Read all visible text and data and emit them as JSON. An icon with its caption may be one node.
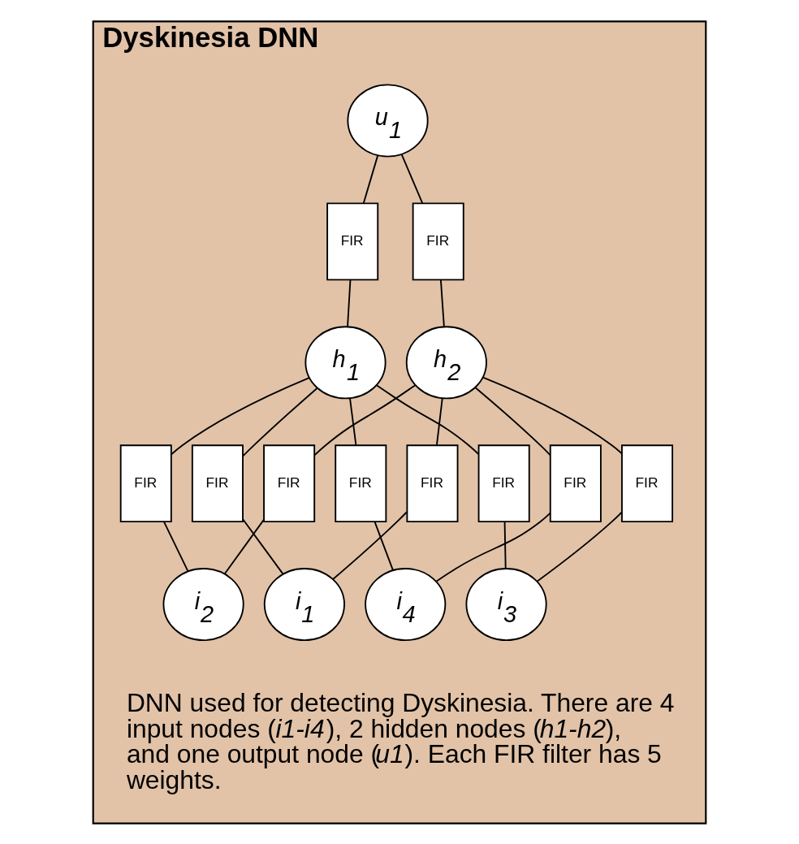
{
  "diagram": {
    "nodes": [
      {
        "text": [
          "Dyskinesia DNN",
          "DNN used for detecting Dyskinesia. There are 4 input nodes (*i1-i4*), 2 hidden nodes (*h1-h2*), and one output node (*u1*). Each FIR filter has 5 weights."
        ]
      },
      {
        "text": [
          "u$_{1}$"
        ],
        "in": 0
      },
      {
        "text": [
          "FIR"
        ],
        "in": 0
      },
      {
        "text": [
          "FIR"
        ],
        "in": 0
      },
      {
        "text": [
          "h$_{1}$"
        ],
        "in": 0
      },
      {
        "text": [
          "h$_{2}$"
        ],
        "in": 0
      },
      {
        "text": [
          "FIR"
        ],
        "in": 0
      },
      {
        "text": [
          "FIR"
        ],
        "in": 0
      },
      {
        "text": [
          "FIR"
        ],
        "in": 0
      },
      {
        "text": [
          "FIR"
        ],
        "in": 0
      },
      {
        "text": [
          "FIR"
        ],
        "in": 0
      },
      {
        "text": [
          "FIR"
        ],
        "in": 0
      },
      {
        "text": [
          "FIR"
        ],
        "in": 0
      },
      {
        "text": [
          "FIR"
        ],
        "in": 0
      },
      {
        "text": [
          "i$_{1}$"
        ],
        "in": 0
      },
      {
        "text": [
          "i$_{2}$"
        ],
        "in": 0
      },
      {
        "text": [
          "i$_{3}$"
        ],
        "in": 0
      },
      {
        "text": [
          "i$_{4}$"
        ],
        "in": 0
      }
    ],
    "edges": [
      {
        "from": 1,
        "to": 2,
        "arrow": "none"
      },
      {
        "from": 1,
        "to": 3,
        "arrow": "none"
      },
      {
        "from": 2,
        "to": 4,
        "arrow": "none"
      },
      {
        "from": 3,
        "to": 5,
        "arrow": "none"
      },
      {
        "from": 4,
        "to": 6,
        "arrow": "none"
      },
      {
        "from": 4,
        "to": 8,
        "arrow": "none"
      },
      {
        "from": 4,
        "to": 10,
        "arrow": "none"
      },
      {
        "from": 4,
        "to": 12,
        "arrow": "none"
      },
      {
        "from": 5,
        "to": 7,
        "arrow": "none"
      },
      {
        "from": 5,
        "to": 9,
        "arrow": "none"
      },
      {
        "from": 5,
        "to": 11,
        "arrow": "none"
      },
      {
        "from": 5,
        "to": 13,
        "arrow": "none"
      },
      {
        "from": 6,
        "to": 14,
        "arrow": "none"
      },
      {
        "from": 7,
        "to": 14,
        "arrow": "none"
      },
      {
        "from": 8,
        "to": 15,
        "arrow": "none"
      },
      {
        "from": 9,
        "to": 15,
        "arrow": "none"
      },
      {
        "from": 10,
        "to": 16,
        "arrow": "none"
      },
      {
        "from": 11,
        "to": 16,
        "arrow": "none"
      },
      {
        "from": 12,
        "to": 17,
        "arrow": "none"
      },
      {
        "from": 13,
        "to": 17,
        "arrow": "none"
      }
    ]
  }
}
